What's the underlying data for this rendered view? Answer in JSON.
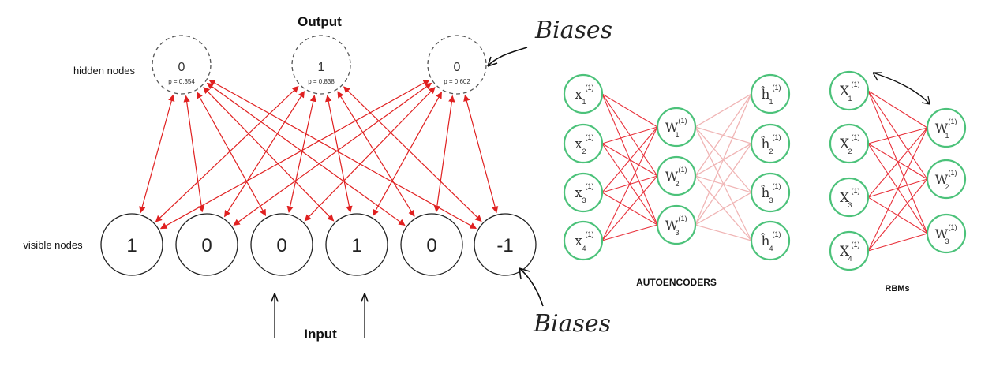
{
  "left": {
    "output_label": "Output",
    "input_label": "Input",
    "hidden_label": "hidden nodes",
    "visible_label": "visible nodes",
    "hidden": [
      {
        "value": "0",
        "prob": "p = 0.354"
      },
      {
        "value": "1",
        "prob": "p = 0.838"
      },
      {
        "value": "0",
        "prob": "p = 0.602"
      }
    ],
    "visible": [
      "1",
      "0",
      "0",
      "1",
      "0",
      "-1"
    ],
    "annotation_top": "Biases",
    "annotation_bottom": "Biases",
    "arrow_color": "#e02020"
  },
  "autoencoder": {
    "caption": "AUTOENCODERS",
    "inputs": [
      {
        "base": "x",
        "sub": "1",
        "sup": "(1)"
      },
      {
        "base": "x",
        "sub": "2",
        "sup": "(1)"
      },
      {
        "base": "x",
        "sub": "3",
        "sup": "(1)"
      },
      {
        "base": "x",
        "sub": "4",
        "sup": "(1)"
      }
    ],
    "hidden": [
      {
        "base": "W",
        "sub": "1",
        "sup": "(1)"
      },
      {
        "base": "W",
        "sub": "2",
        "sup": "(1)"
      },
      {
        "base": "W",
        "sub": "3",
        "sup": "(1)"
      }
    ],
    "outputs": [
      {
        "base": "ĥ",
        "sub": "1",
        "sup": "(1)"
      },
      {
        "base": "ĥ",
        "sub": "2",
        "sup": "(1)"
      },
      {
        "base": "ĥ",
        "sub": "3",
        "sup": "(1)"
      },
      {
        "base": "ĥ",
        "sub": "4",
        "sup": "(1)"
      }
    ],
    "node_color": "#4cc27a",
    "edge_color": "#e8303a",
    "edge_faded_color": "#f0b5b5"
  },
  "rbm": {
    "caption": "RBMs",
    "visible": [
      {
        "base": "X",
        "sub": "1",
        "sup": "(1)"
      },
      {
        "base": "X",
        "sub": "2",
        "sup": "(1)"
      },
      {
        "base": "X",
        "sub": "3",
        "sup": "(1)"
      },
      {
        "base": "X",
        "sub": "4",
        "sup": "(1)"
      }
    ],
    "hidden": [
      {
        "base": "W",
        "sub": "1",
        "sup": "(1)"
      },
      {
        "base": "W",
        "sub": "2",
        "sup": "(1)"
      },
      {
        "base": "W",
        "sub": "3",
        "sup": "(1)"
      }
    ]
  }
}
